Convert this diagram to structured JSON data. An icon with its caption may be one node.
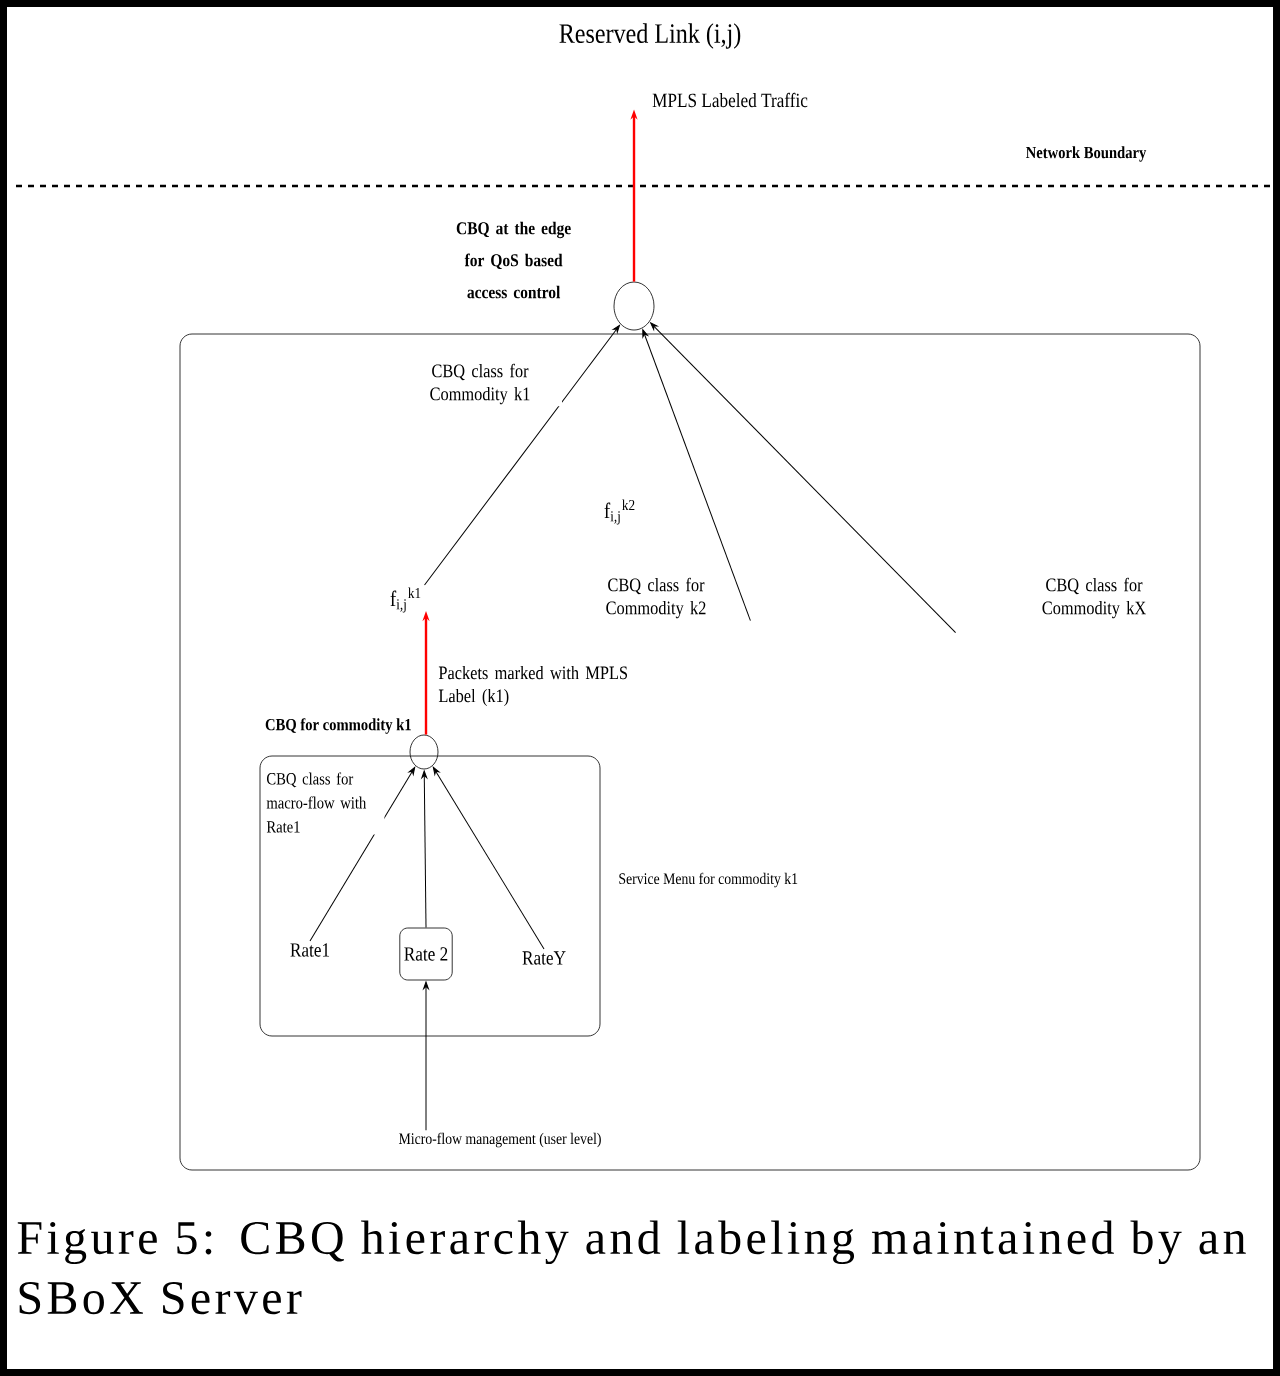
{
  "diagram": {
    "caption": "Figure 5: CBQ hierarchy and labeling maintained by an SBoX Server",
    "nodes": [
      {
        "text": [
          "MPLS Labeled Traffic"
        ]
      },
      {
        "text": [],
        "shape": "circle",
        "beside": [
          "CBQ at the edge for QoS based access control"
        ]
      },
      {
        "text": [],
        "shape": "box"
      },
      {
        "text": [
          "f$_{i,j}$$^{k1}$"
        ],
        "in": 2
      },
      {
        "text": [
          "CBQ class for Commodity k2"
        ],
        "in": 2
      },
      {
        "text": [
          "CBQ class for Commodity kX"
        ],
        "in": 2
      },
      {
        "text": [],
        "shape": "circle",
        "in": 2,
        "beside": [
          "CBQ for commodity k1"
        ]
      },
      {
        "text": [],
        "shape": "box",
        "in": 2,
        "beside": [
          "Service Menu for commodity k1"
        ]
      },
      {
        "text": [
          "Rate1"
        ],
        "in": 7
      },
      {
        "text": [
          "Rate 2"
        ],
        "in": 7
      },
      {
        "text": [
          "RateY"
        ],
        "in": 7
      },
      {
        "text": [
          "Micro-flow management (user level)"
        ],
        "in": 2
      }
    ],
    "edges": [
      {
        "from": 1,
        "to": 0,
        "arrow": "to",
        "color": "#ff0000"
      },
      {
        "from": 3,
        "to": 1,
        "arrow": "to",
        "label": "CBQ class for Commodity k1"
      },
      {
        "from": 4,
        "to": 1,
        "arrow": "to"
      },
      {
        "from": 5,
        "to": 1,
        "arrow": "to"
      },
      {
        "from": 6,
        "to": 3,
        "arrow": "to",
        "color": "#ff0000",
        "label": "Packets marked with MPLS Label (k1)"
      },
      {
        "from": 8,
        "to": 6,
        "arrow": "to",
        "label": "CBQ class for macro-flow with Rate1"
      },
      {
        "from": 9,
        "to": 6,
        "arrow": "to"
      },
      {
        "from": 10,
        "to": 6,
        "arrow": "to"
      },
      {
        "from": 11,
        "to": 9,
        "arrow": "to"
      }
    ],
    "labels": [
      "Reserved Link (i,j)",
      "Network Boundary",
      "f$_{i,j}$$^{k2}$"
    ]
  }
}
